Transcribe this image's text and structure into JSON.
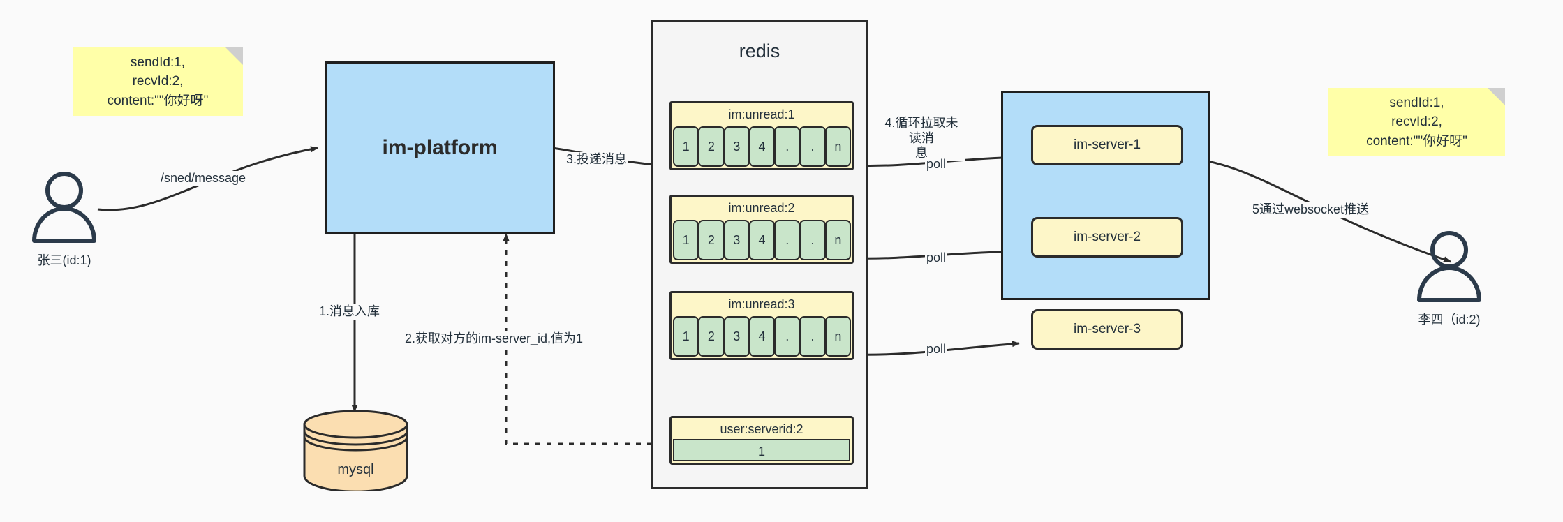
{
  "diagram": {
    "title": "IM message delivery architecture",
    "colors": {
      "note_yellow": "#ffffa8",
      "box_blue": "#b3ddf9",
      "list_yellow": "#fdf6c8",
      "cell_green": "#c9e5ca",
      "db_orange": "#fbdeb1",
      "stroke": "#2b2b2b",
      "background": "#fafafa"
    }
  },
  "notes": [
    {
      "id": "note-left",
      "text": "sendId:1,\nrecvId:2,\ncontent:\"\"你好呀\""
    },
    {
      "id": "note-right",
      "text": "sendId:1,\nrecvId:2,\ncontent:\"\"你好呀\""
    }
  ],
  "actors": [
    {
      "id": "actor-sender",
      "label": "张三(id:1)"
    },
    {
      "id": "actor-receiver",
      "label": "李四（id:2)"
    }
  ],
  "services": {
    "im_platform": {
      "label": "im-platform"
    },
    "database": {
      "label": "mysql"
    }
  },
  "redis": {
    "title": "redis",
    "lists": [
      {
        "key": "im:unread:1",
        "cells": [
          "1",
          "2",
          "3",
          "4",
          ".",
          ".",
          "n"
        ]
      },
      {
        "key": "im:unread:2",
        "cells": [
          "1",
          "2",
          "3",
          "4",
          ".",
          ".",
          "n"
        ]
      },
      {
        "key": "im:unread:3",
        "cells": [
          "1",
          "2",
          "3",
          "4",
          ".",
          ".",
          "n"
        ]
      }
    ],
    "kv": {
      "key": "user:serverid:2",
      "value": "1"
    }
  },
  "server_cluster": {
    "servers": [
      {
        "label": "im-server-1"
      },
      {
        "label": "im-server-2"
      },
      {
        "label": "im-server-3"
      }
    ]
  },
  "edges": {
    "send_message": "/sned/message",
    "step1": "1.消息入库",
    "step2": "2.获取对方的im-server_id,值为1",
    "step3": "3.投递消息",
    "step4": "4.循环拉取未读消\n息",
    "poll1": "poll",
    "poll2": "poll",
    "poll3": "poll",
    "step5": "5通过websocket推送"
  }
}
